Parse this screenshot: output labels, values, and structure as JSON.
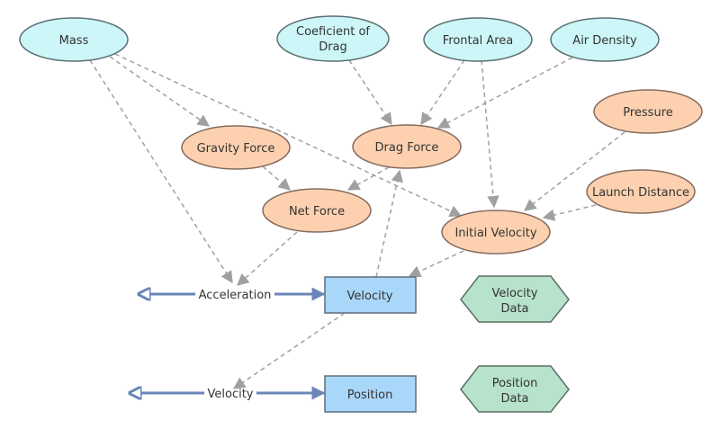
{
  "colors": {
    "input": "#ccf6f8",
    "input_stroke": "#5b6f73",
    "calc": "#fdd1b0",
    "calc_stroke": "#866b5d",
    "stock": "#a9d7fa",
    "stock_stroke": "#5f6f7d",
    "data": "#b7e2cb",
    "data_stroke": "#5b6f64",
    "link": "#a0a0a0",
    "flow": "#6a86b8"
  },
  "nodes": {
    "mass": "Mass",
    "coef_drag_1": "Coeficient of",
    "coef_drag_2": "Drag",
    "frontal_area": "Frontal Area",
    "air_density": "Air Density",
    "pressure": "Pressure",
    "gravity_force": "Gravity Force",
    "drag_force": "Drag Force",
    "launch_distance": "Launch Distance",
    "net_force": "Net Force",
    "initial_velocity": "Initial Velocity",
    "velocity_stock": "Velocity",
    "position_stock": "Position",
    "velocity_data_1": "Velocity",
    "velocity_data_2": "Data",
    "position_data_1": "Position",
    "position_data_2": "Data"
  },
  "flows": {
    "acceleration": "Acceleration",
    "velocity": "Velocity"
  }
}
